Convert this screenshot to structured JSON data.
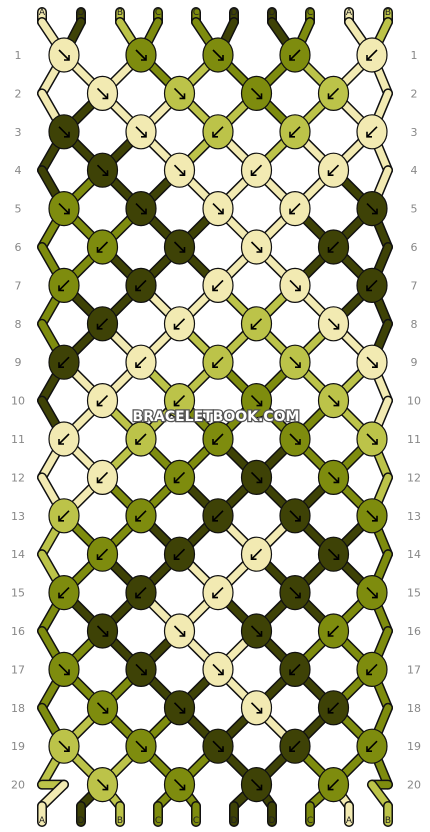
{
  "watermark": "BRACELETBOOK.COM",
  "row_numbers": [
    "1",
    "2",
    "3",
    "4",
    "5",
    "6",
    "7",
    "8",
    "9",
    "10",
    "11",
    "12",
    "13",
    "14",
    "15",
    "16",
    "17",
    "18",
    "19",
    "20"
  ],
  "colors": {
    "A": "#f2eab2",
    "B": "#bcc349",
    "C": "#7e8c0e",
    "D": "#3e4206",
    "arrow": "#000000",
    "outline": "#111111"
  },
  "top_strands": [
    "A",
    "D",
    "B",
    "C",
    "C",
    "D",
    "D",
    "C",
    "A",
    "B"
  ],
  "bottom_strands": [
    "A",
    "D",
    "B",
    "C",
    "C",
    "D",
    "D",
    "C",
    "A",
    "B"
  ],
  "knot_rows": [
    [
      [
        "A",
        "dr"
      ],
      [
        "C",
        "dr"
      ],
      [
        "C",
        "dr"
      ],
      [
        "C",
        "dl"
      ],
      [
        "A",
        "dl"
      ]
    ],
    [
      [
        "A",
        "dr"
      ],
      [
        "B",
        "dr"
      ],
      [
        "C",
        "dr"
      ],
      [
        "B",
        "dl"
      ]
    ],
    [
      [
        "D",
        "dr"
      ],
      [
        "A",
        "dr"
      ],
      [
        "B",
        "dl"
      ],
      [
        "B",
        "dl"
      ],
      [
        "A",
        "dl"
      ]
    ],
    [
      [
        "D",
        "dr"
      ],
      [
        "A",
        "dr"
      ],
      [
        "A",
        "dl"
      ],
      [
        "A",
        "dl"
      ]
    ],
    [
      [
        "C",
        "dr"
      ],
      [
        "D",
        "dr"
      ],
      [
        "A",
        "dr"
      ],
      [
        "A",
        "dl"
      ],
      [
        "D",
        "dr"
      ]
    ],
    [
      [
        "C",
        "dl"
      ],
      [
        "D",
        "dr"
      ],
      [
        "A",
        "dr"
      ],
      [
        "D",
        "dl"
      ]
    ],
    [
      [
        "C",
        "dl"
      ],
      [
        "D",
        "dl"
      ],
      [
        "A",
        "dl"
      ],
      [
        "A",
        "dr"
      ],
      [
        "D",
        "dl"
      ]
    ],
    [
      [
        "D",
        "dl"
      ],
      [
        "A",
        "dl"
      ],
      [
        "B",
        "dl"
      ],
      [
        "A",
        "dr"
      ]
    ],
    [
      [
        "D",
        "dl"
      ],
      [
        "A",
        "dl"
      ],
      [
        "B",
        "dl"
      ],
      [
        "B",
        "dr"
      ],
      [
        "A",
        "dr"
      ]
    ],
    [
      [
        "A",
        "dl"
      ],
      [
        "B",
        "dl"
      ],
      [
        "C",
        "dr"
      ],
      [
        "B",
        "dr"
      ]
    ],
    [
      [
        "A",
        "dl"
      ],
      [
        "B",
        "dl"
      ],
      [
        "C",
        "dl"
      ],
      [
        "C",
        "dr"
      ],
      [
        "B",
        "dr"
      ]
    ],
    [
      [
        "A",
        "dl"
      ],
      [
        "C",
        "dl"
      ],
      [
        "D",
        "dr"
      ],
      [
        "C",
        "dr"
      ]
    ],
    [
      [
        "B",
        "dl"
      ],
      [
        "C",
        "dl"
      ],
      [
        "D",
        "dl"
      ],
      [
        "D",
        "dr"
      ],
      [
        "C",
        "dr"
      ]
    ],
    [
      [
        "C",
        "dl"
      ],
      [
        "D",
        "dl"
      ],
      [
        "A",
        "dl"
      ],
      [
        "D",
        "dr"
      ]
    ],
    [
      [
        "C",
        "dl"
      ],
      [
        "D",
        "dl"
      ],
      [
        "A",
        "dl"
      ],
      [
        "D",
        "dr"
      ],
      [
        "C",
        "dr"
      ]
    ],
    [
      [
        "D",
        "dr"
      ],
      [
        "A",
        "dr"
      ],
      [
        "D",
        "dr"
      ],
      [
        "C",
        "dl"
      ]
    ],
    [
      [
        "C",
        "dr"
      ],
      [
        "D",
        "dr"
      ],
      [
        "A",
        "dr"
      ],
      [
        "D",
        "dl"
      ],
      [
        "C",
        "dl"
      ]
    ],
    [
      [
        "C",
        "dr"
      ],
      [
        "D",
        "dr"
      ],
      [
        "A",
        "dr"
      ],
      [
        "D",
        "dl"
      ]
    ],
    [
      [
        "B",
        "dr"
      ],
      [
        "C",
        "dr"
      ],
      [
        "D",
        "dr"
      ],
      [
        "D",
        "dl"
      ],
      [
        "C",
        "dl"
      ]
    ],
    [
      [
        "B",
        "dr"
      ],
      [
        "C",
        "dr"
      ],
      [
        "D",
        "dr"
      ],
      [
        "C",
        "dl"
      ]
    ]
  ]
}
